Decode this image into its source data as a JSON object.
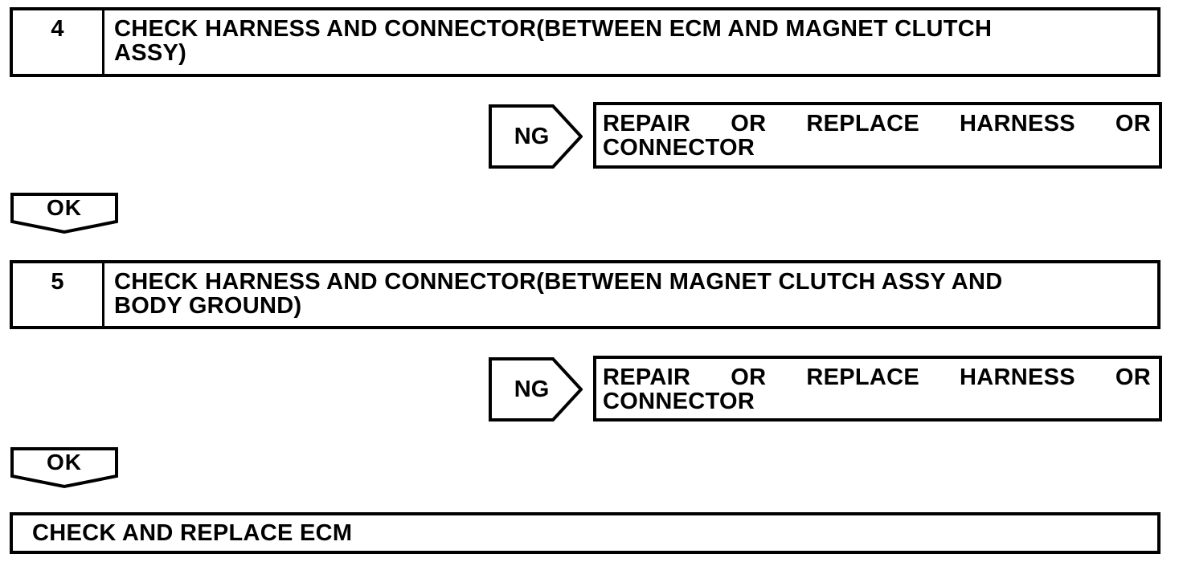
{
  "colors": {
    "ink": "#000000",
    "paper": "#ffffff"
  },
  "steps": [
    {
      "number": "4",
      "title_line1": "CHECK HARNESS AND CONNECTOR(BETWEEN ECM AND MAGNET CLUTCH",
      "title_line2": "ASSY)",
      "ng_label": "NG",
      "result_line1": "REPAIR OR REPLACE HARNESS OR",
      "result_line2": "CONNECTOR",
      "ok_label": "OK"
    },
    {
      "number": "5",
      "title_line1": "CHECK HARNESS AND CONNECTOR(BETWEEN MAGNET CLUTCH ASSY AND",
      "title_line2": "BODY GROUND)",
      "ng_label": "NG",
      "result_line1": "REPAIR OR REPLACE HARNESS OR",
      "result_line2": "CONNECTOR",
      "ok_label": "OK"
    }
  ],
  "final": {
    "text": "CHECK AND REPLACE ECM"
  }
}
